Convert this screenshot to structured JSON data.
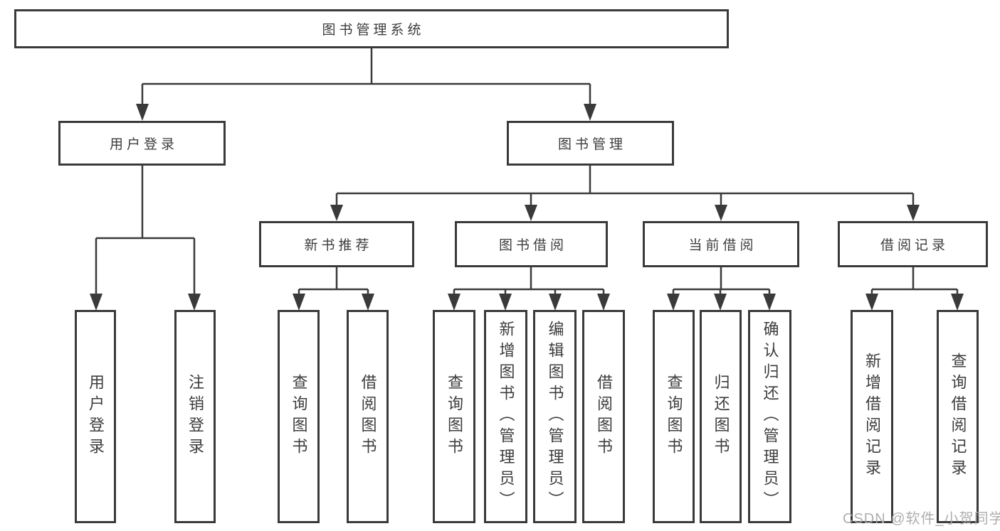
{
  "diagram": {
    "root": {
      "label": "图书管理系统"
    },
    "level2": [
      {
        "label": "用户登录"
      },
      {
        "label": "图书管理"
      }
    ],
    "level3": [
      {
        "label": "新书推荐"
      },
      {
        "label": "图书借阅"
      },
      {
        "label": "当前借阅"
      },
      {
        "label": "借阅记录"
      }
    ],
    "leaves_user_login": [
      {
        "label": "用户登录"
      },
      {
        "label": "注销登录"
      }
    ],
    "leaves_new_book": [
      {
        "label": "查询图书"
      },
      {
        "label": "借阅图书"
      }
    ],
    "leaves_book_borrow": [
      {
        "label": "查询图书"
      },
      {
        "label": "新增图书（管理员）"
      },
      {
        "label": "编辑图书（管理员）"
      },
      {
        "label": "借阅图书"
      }
    ],
    "leaves_current_borrow": [
      {
        "label": "查询图书"
      },
      {
        "label": "归还图书"
      },
      {
        "label": "确认归还（管理员）"
      }
    ],
    "leaves_borrow_records": [
      {
        "label": "新增借阅记录"
      },
      {
        "label": "查询借阅记录"
      }
    ]
  },
  "watermark": {
    "text": "CSDN @软件_小贺同学"
  },
  "colors": {
    "line": "#3a3a3a",
    "text": "#3d3d3d",
    "watermark": "#aaaaaa",
    "background": "#ffffff"
  }
}
